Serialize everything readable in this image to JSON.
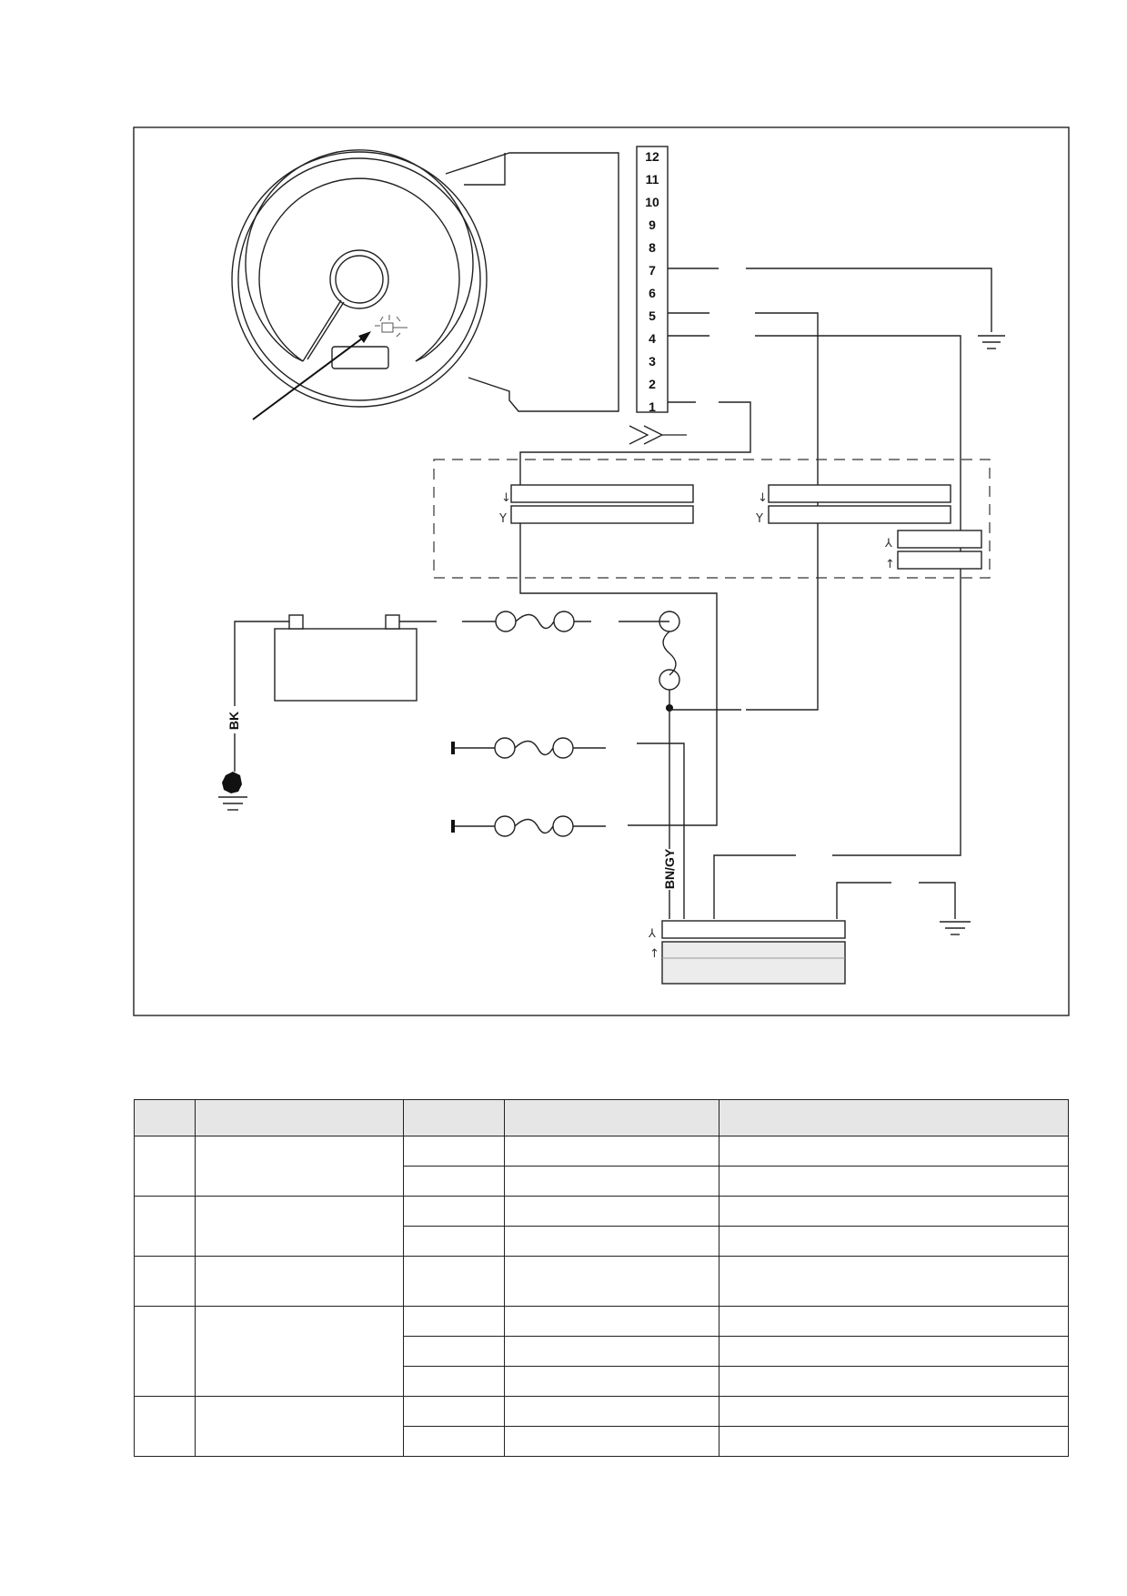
{
  "diagram": {
    "connector_pins": [
      "12",
      "11",
      "10",
      "9",
      "8",
      "7",
      "6",
      "5",
      "4",
      "3",
      "2",
      "1"
    ],
    "wire_labels": {
      "ground_wire": "BK",
      "supply_wire": "BN/GY"
    }
  },
  "table": {
    "header": [
      "",
      "",
      "",
      "",
      ""
    ],
    "rows": [
      [
        "",
        "",
        "",
        "",
        ""
      ],
      [
        "",
        "",
        "",
        "",
        ""
      ],
      [
        "",
        "",
        "",
        "",
        ""
      ],
      [
        "",
        "",
        "",
        "",
        ""
      ],
      [
        "",
        "",
        "",
        "",
        ""
      ],
      [
        "",
        "",
        "",
        "",
        ""
      ],
      [
        "",
        "",
        "",
        "",
        ""
      ],
      [
        "",
        "",
        "",
        "",
        ""
      ],
      [
        "",
        "",
        "",
        "",
        ""
      ]
    ]
  }
}
